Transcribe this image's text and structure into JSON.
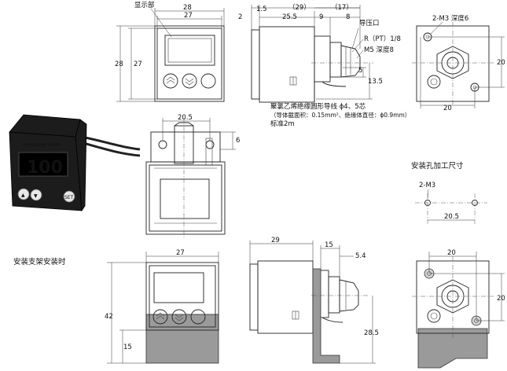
{
  "labels": {
    "display": "显示部",
    "pressure_port": "导压口",
    "thread_r": "R（PT）1/8",
    "thread_m5": "M5 深度8",
    "m3_depth": "2-M3 深度6",
    "m3": "2-M3",
    "cable_line1": "聚氯乙烯绝缘圆形导线 ϕ4、5芯",
    "cable_line2": "（导体截面积：0.15mm²、绝缘体直径：ϕ0.9mm）",
    "cable_line3": "标准2m",
    "panel_cutout": "安装孔加工尺寸",
    "with_bracket": "安装支架安装时"
  },
  "dimensions": {
    "front_w_outer": "28",
    "front_w_inner": "27",
    "front_h_outer": "28",
    "front_h_inner": "27",
    "side_2": "2",
    "side_1_5": "1.5",
    "side_29p": "（29）",
    "side_17p": "（17）",
    "side_25_5": "25.5",
    "side_9": "9",
    "side_8": "8",
    "side_5": "5",
    "side_13_5": "13.5",
    "rear_20_h": "20",
    "rear_20_w": "20",
    "top_20_5": "20.5",
    "top_6": "6",
    "cut_20_5": "20.5",
    "br_27": "27",
    "br_42": "42",
    "br_15": "15",
    "bs_29": "29",
    "bs_15": "15",
    "bs_5_4": "5.4",
    "bs_28_5": "28.5",
    "brr_20_w": "20",
    "brr_20_h": "20"
  },
  "device_photo": {
    "brand_text": "PRESSURE LEVEL",
    "readout": "100",
    "key_labels": [
      "SET",
      "▲",
      "▼"
    ]
  },
  "colors": {
    "line": "#222222",
    "bracket_fill": "#9a9a9a",
    "photo_body": "#1c1c1c",
    "readout": "#ffffff"
  }
}
